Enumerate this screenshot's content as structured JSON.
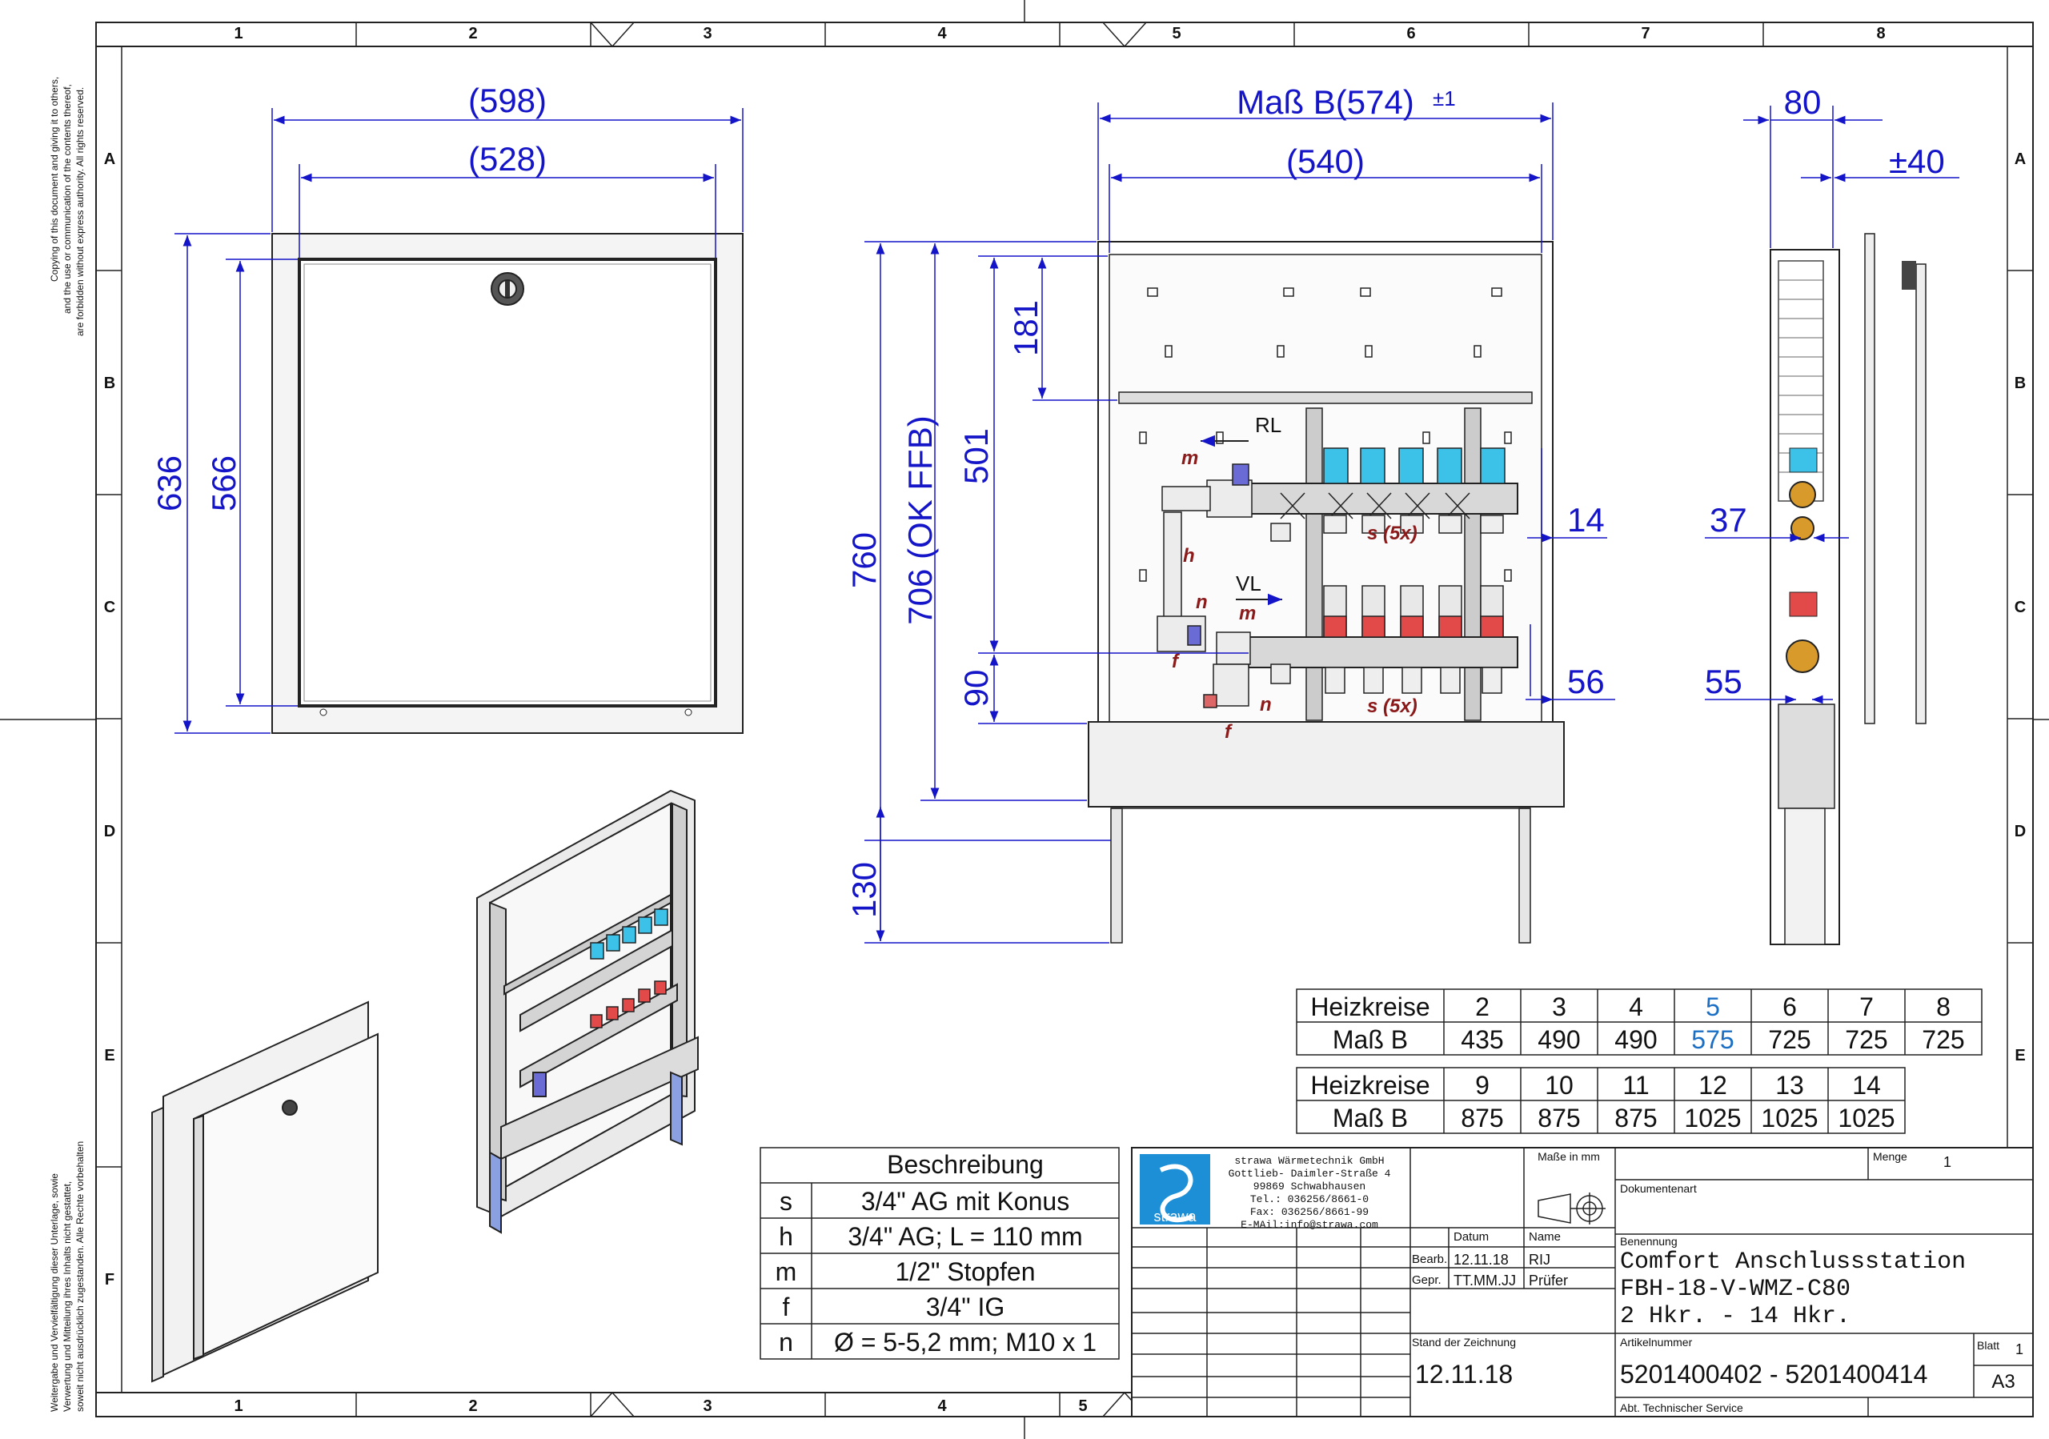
{
  "frame": {
    "columns": [
      "1",
      "2",
      "3",
      "4",
      "5",
      "6",
      "7",
      "8"
    ],
    "rows": [
      "A",
      "B",
      "C",
      "D",
      "E",
      "F"
    ],
    "copyright_top": [
      "Copying of this document and giving it to others,",
      "and the use or communication of the contents thereof,",
      "are forbidden without express authority. All rights reserved."
    ],
    "copyright_bottom": [
      "Weitergabe und Vervielfältigung dieser Unterlage, sowie",
      "Verwertung und Mitteilung ihres Inhalts nicht gestattet,",
      "soweit nicht ausdrücklich zugestanden. Alle Rechte vorbehalten"
    ]
  },
  "front_view": {
    "dim_outer_width": "(598)",
    "dim_inner_width": "(528)",
    "dim_outer_height": "636",
    "dim_inner_height": "566"
  },
  "open_view": {
    "dim_mass_b": "Maß B(574)",
    "dim_mass_b_tol": "±1",
    "dim_inner_width": "(540)",
    "dim_total_height": "760",
    "dim_ok_ffb": "706 (OK FFB)",
    "dim_181": "181",
    "dim_501": "501",
    "dim_90": "90",
    "dim_130": "130",
    "dim_14": "14",
    "dim_56": "56",
    "label_rl": "RL",
    "label_vl": "VL",
    "label_s_top": "s (5x)",
    "label_s_bottom": "s (5x)",
    "label_m1": "m",
    "label_h": "h",
    "label_n1": "n",
    "label_m2": "m",
    "label_f1": "f",
    "label_n2": "n",
    "label_f2": "f"
  },
  "side_view": {
    "dim_80": "80",
    "dim_40": "±40",
    "dim_37": "37",
    "dim_55": "55"
  },
  "heizkreise_table_1": {
    "row1_label": "Heizkreise",
    "row2_label": "Maß B",
    "circuits": [
      "2",
      "3",
      "4",
      "5",
      "6",
      "7",
      "8"
    ],
    "mass_b": [
      "435",
      "490",
      "490",
      "575",
      "725",
      "725",
      "725"
    ],
    "highlight_color": "#1a6fc4"
  },
  "heizkreise_table_2": {
    "row1_label": "Heizkreise",
    "row2_label": "Maß B",
    "circuits": [
      "9",
      "10",
      "11",
      "12",
      "13",
      "14"
    ],
    "mass_b": [
      "875",
      "875",
      "875",
      "1025",
      "1025",
      "1025"
    ]
  },
  "beschreibung": {
    "header": "Beschreibung",
    "rows": [
      {
        "key": "s",
        "value": "3/4\" AG mit Konus"
      },
      {
        "key": "h",
        "value": "3/4\" AG; L = 110 mm"
      },
      {
        "key": "m",
        "value": "1/2\" Stopfen"
      },
      {
        "key": "f",
        "value": "3/4\" IG"
      },
      {
        "key": "n",
        "value": "Ø = 5-5,2 mm; M10 x 1"
      }
    ]
  },
  "title_block": {
    "logo_text": "strawa",
    "company": [
      "strawa Wärmetechnik GmbH",
      "Gottlieb- Daimler-Straße 4",
      "99869 Schwabhausen",
      "Tel.: 036256/8661-0",
      "Fax: 036256/8661-99",
      "E-MAil:info@strawa.com"
    ],
    "masse_in_mm": "Maße in mm",
    "menge_label": "Menge",
    "menge_value": "1",
    "dokumentenart": "Dokumentenart",
    "datum_label": "Datum",
    "name_label": "Name",
    "bearb_label": "Bearb.",
    "bearb_date": "12.11.18",
    "bearb_name": "RIJ",
    "gepr_label": "Gepr.",
    "gepr_date": "TT.MM.JJ",
    "gepr_name": "Prüfer",
    "benennung_label": "Benennung",
    "benennung_1": "Comfort Anschlussstation",
    "benennung_2": "FBH-18-V-WMZ-C80",
    "benennung_3": "2 Hkr. - 14 Hkr.",
    "stand_label": "Stand der Zeichnung",
    "stand_value": "12.11.18",
    "artikel_label": "Artikelnummer",
    "artikel_value": "5201400402 - 5201400414",
    "blatt_label": "Blatt",
    "blatt_value": "1",
    "format": "A3",
    "abt": "Abt. Technischer Service"
  }
}
